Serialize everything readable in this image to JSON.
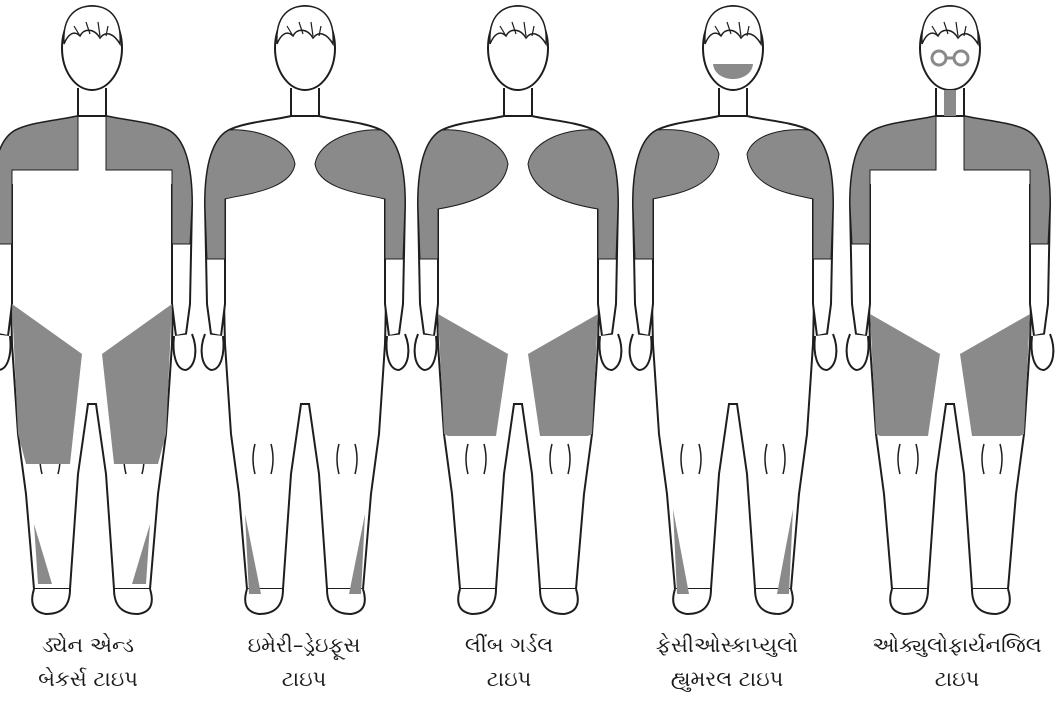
{
  "figure": {
    "colors": {
      "affected": "#8a8a8a",
      "outline": "#1e1e1e",
      "skin": "#ffffff"
    },
    "figures": [
      {
        "id": "duchenne",
        "caption_lines": [
          "ડ્યેન એન્ડ",
          "બેકર્સ ટાઇપ"
        ],
        "affected_regions": [
          "shoulders",
          "upper-arms",
          "hips-and-thighs",
          "calves"
        ]
      },
      {
        "id": "emery-dreifuss",
        "caption_lines": [
          "ઇમેરી–ડ્રેઇફૂસ",
          "ટાઇપ"
        ],
        "affected_regions": [
          "shoulders",
          "upper-arms",
          "lower-legs"
        ]
      },
      {
        "id": "limb-girdle",
        "caption_lines": [
          "લીંબ ગર્ડલ",
          "ટાઇપ"
        ],
        "affected_regions": [
          "shoulders",
          "upper-arms",
          "hips-and-thighs"
        ]
      },
      {
        "id": "facioscapulohumeral",
        "caption_lines": [
          "ફેસીઓસ્કાપ્યુલો",
          "હ્યુમરલ ટાઇપ"
        ],
        "affected_regions": [
          "face",
          "shoulders",
          "upper-arms",
          "lower-legs"
        ]
      },
      {
        "id": "oculopharyngeal",
        "caption_lines": [
          "ઓક્યુલોફાર્યનજિલ",
          "ટાઇપ"
        ],
        "affected_regions": [
          "eyes",
          "throat",
          "shoulders",
          "upper-arms",
          "hips-and-thighs"
        ]
      }
    ]
  }
}
